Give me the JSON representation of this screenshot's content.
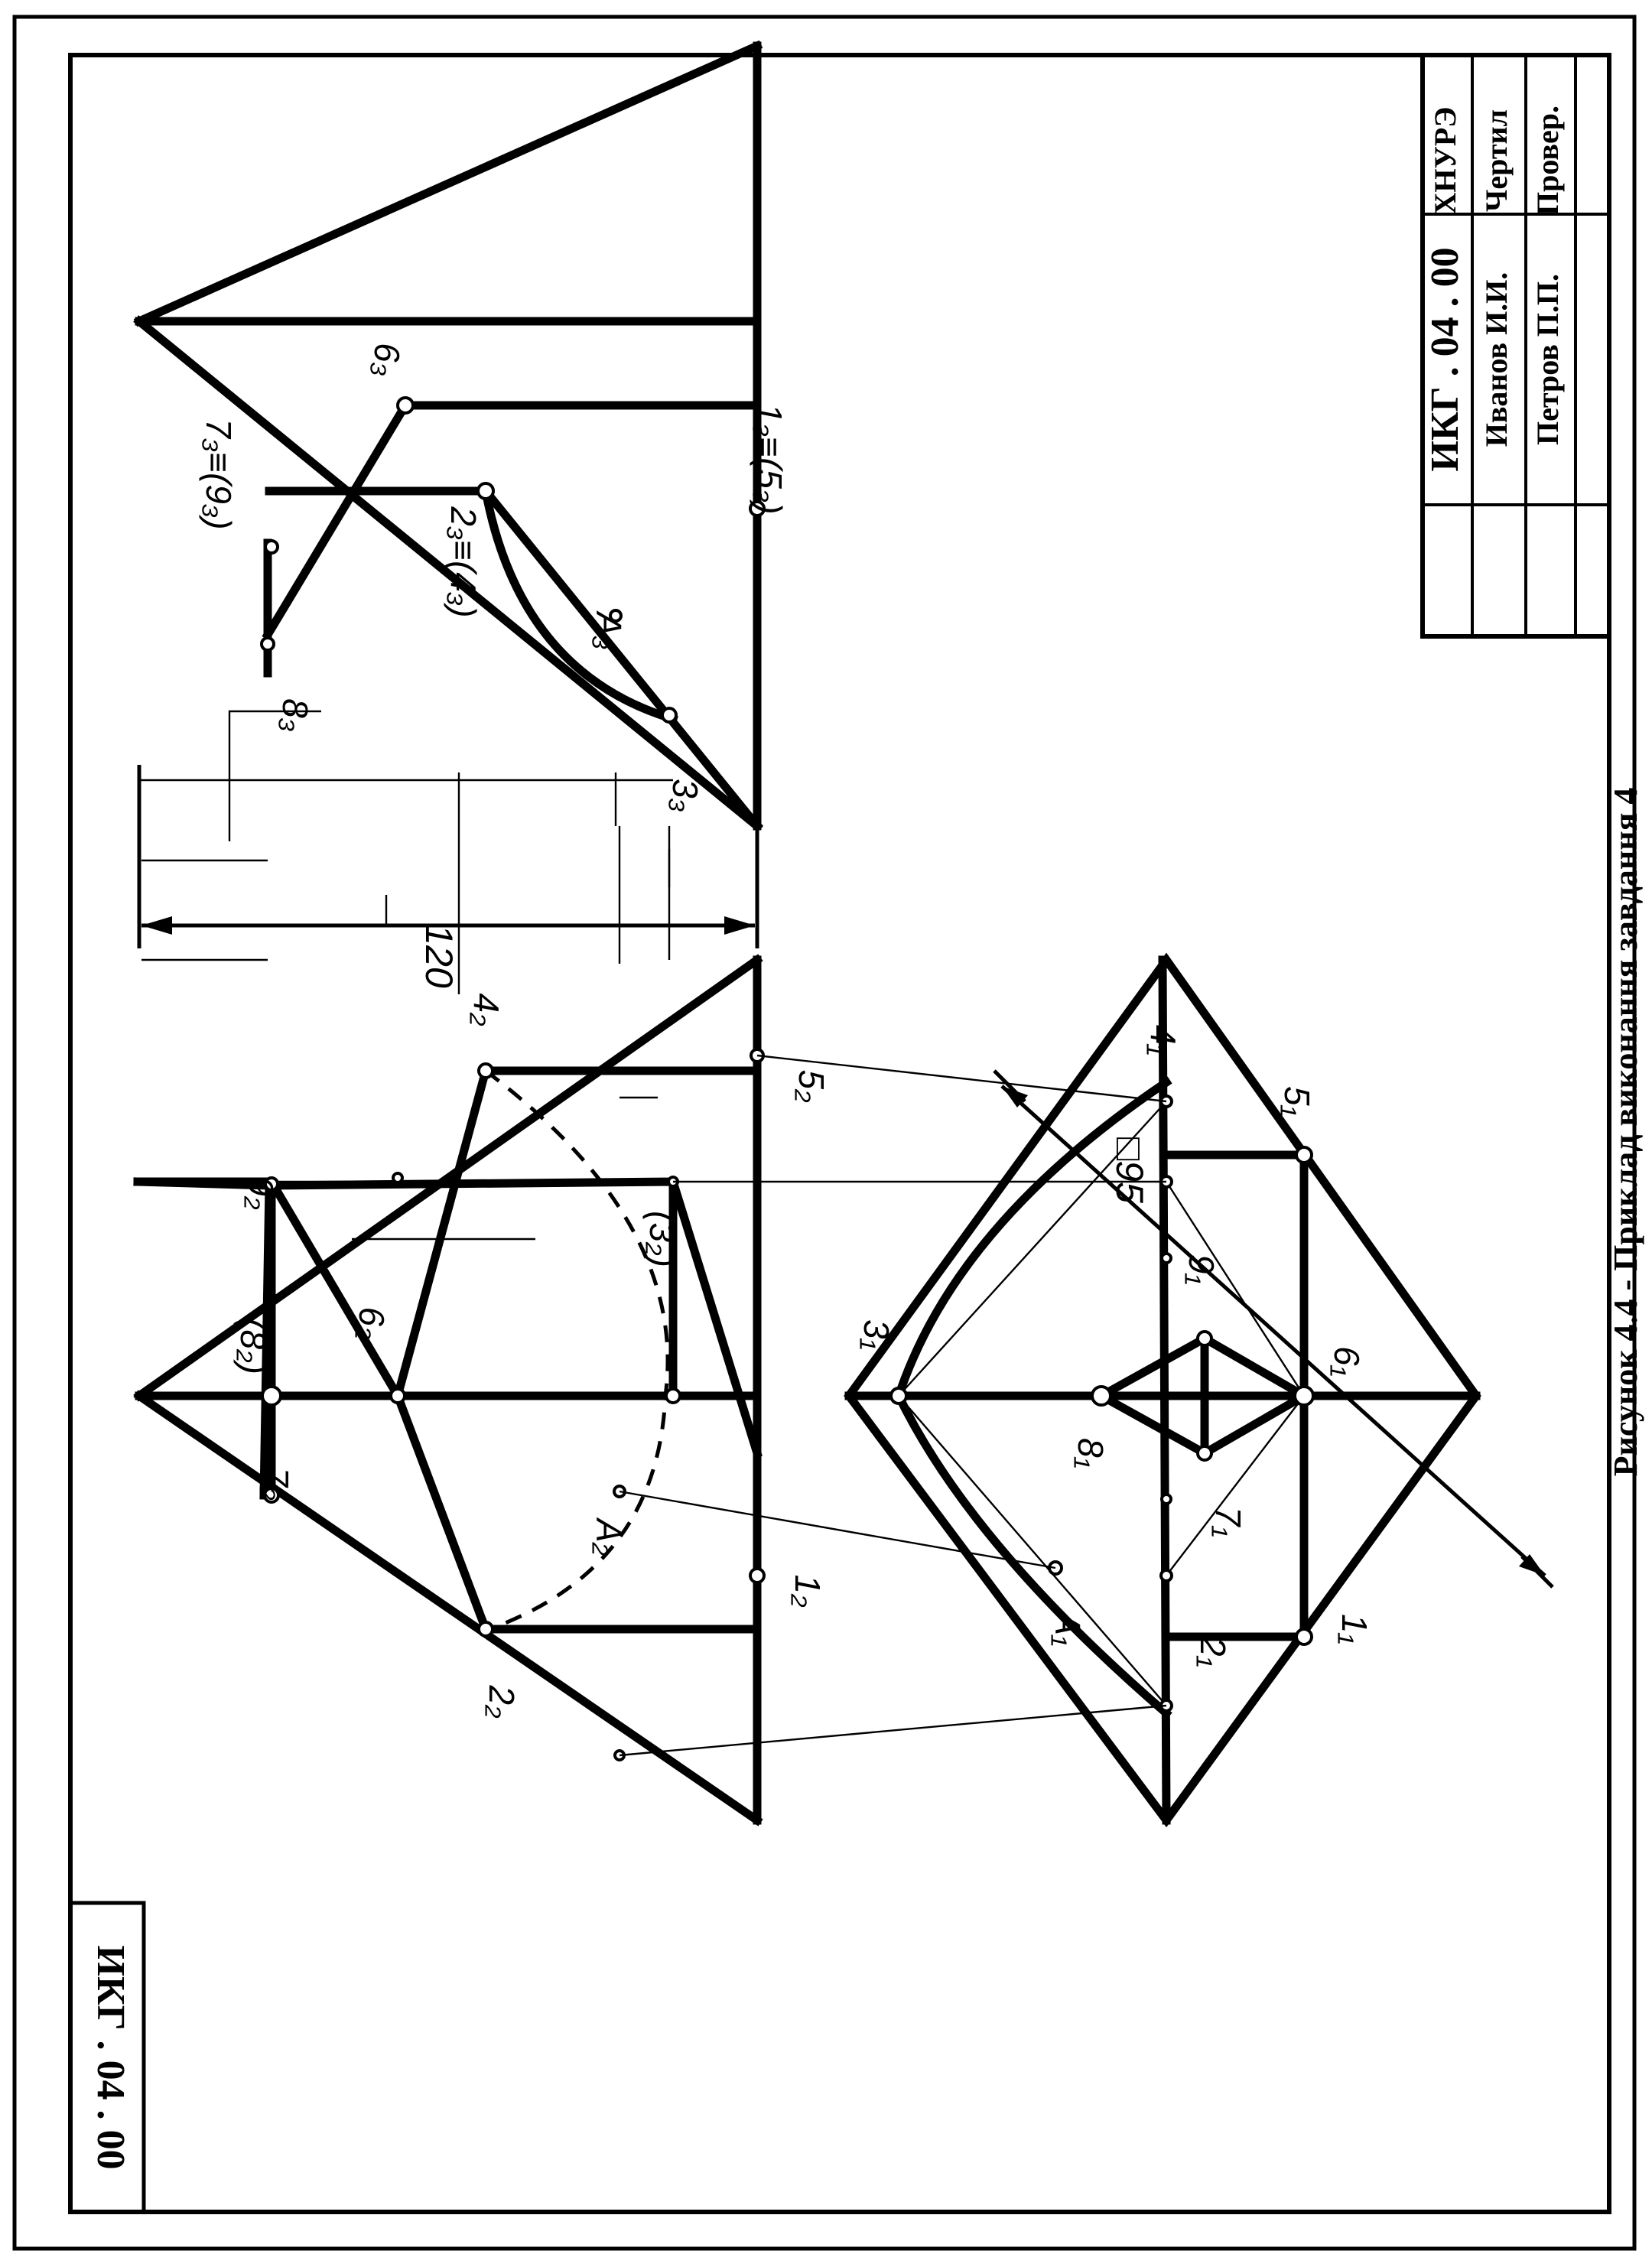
{
  "caption": "Рисунок 4.4 - Приклад виконання завдання 4",
  "corner_code": "ИКГ . 04 . 00",
  "title_block": {
    "org": "ХНУРЭ",
    "code": "ИКГ . 04 . 00",
    "row1_role": "Чертил",
    "row1_name": "Иванов И.И.",
    "row2_role": "Провер.",
    "row2_name": "Петров П.П."
  },
  "dimensions": {
    "height": "120",
    "side": "□95"
  },
  "labels": {
    "front": {
      "p9": "9₂",
      "p8": "(8₂)",
      "p7": "7₂",
      "p6": "6₂",
      "p4": "4₂",
      "p3": "(3₂)",
      "pA": "A₂",
      "p2": "2₂",
      "p1": "1₂",
      "p5": "5₂"
    },
    "side": {
      "p7": "7₃≡(9₃)",
      "p6": "6₃",
      "p8": "8₃",
      "p2": "2₃≡(4₃)",
      "pA": "A₃",
      "p3": "3₃",
      "p1": "1₃≡(5₃)"
    },
    "top": {
      "p3": "3₁",
      "p8": "8₁",
      "p9": "9₁",
      "p4": "4₁",
      "p5": "5₁",
      "p6": "6₁",
      "p7": "7₁",
      "pA": "A₁",
      "p2": "2₁",
      "p1": "1₁"
    }
  }
}
